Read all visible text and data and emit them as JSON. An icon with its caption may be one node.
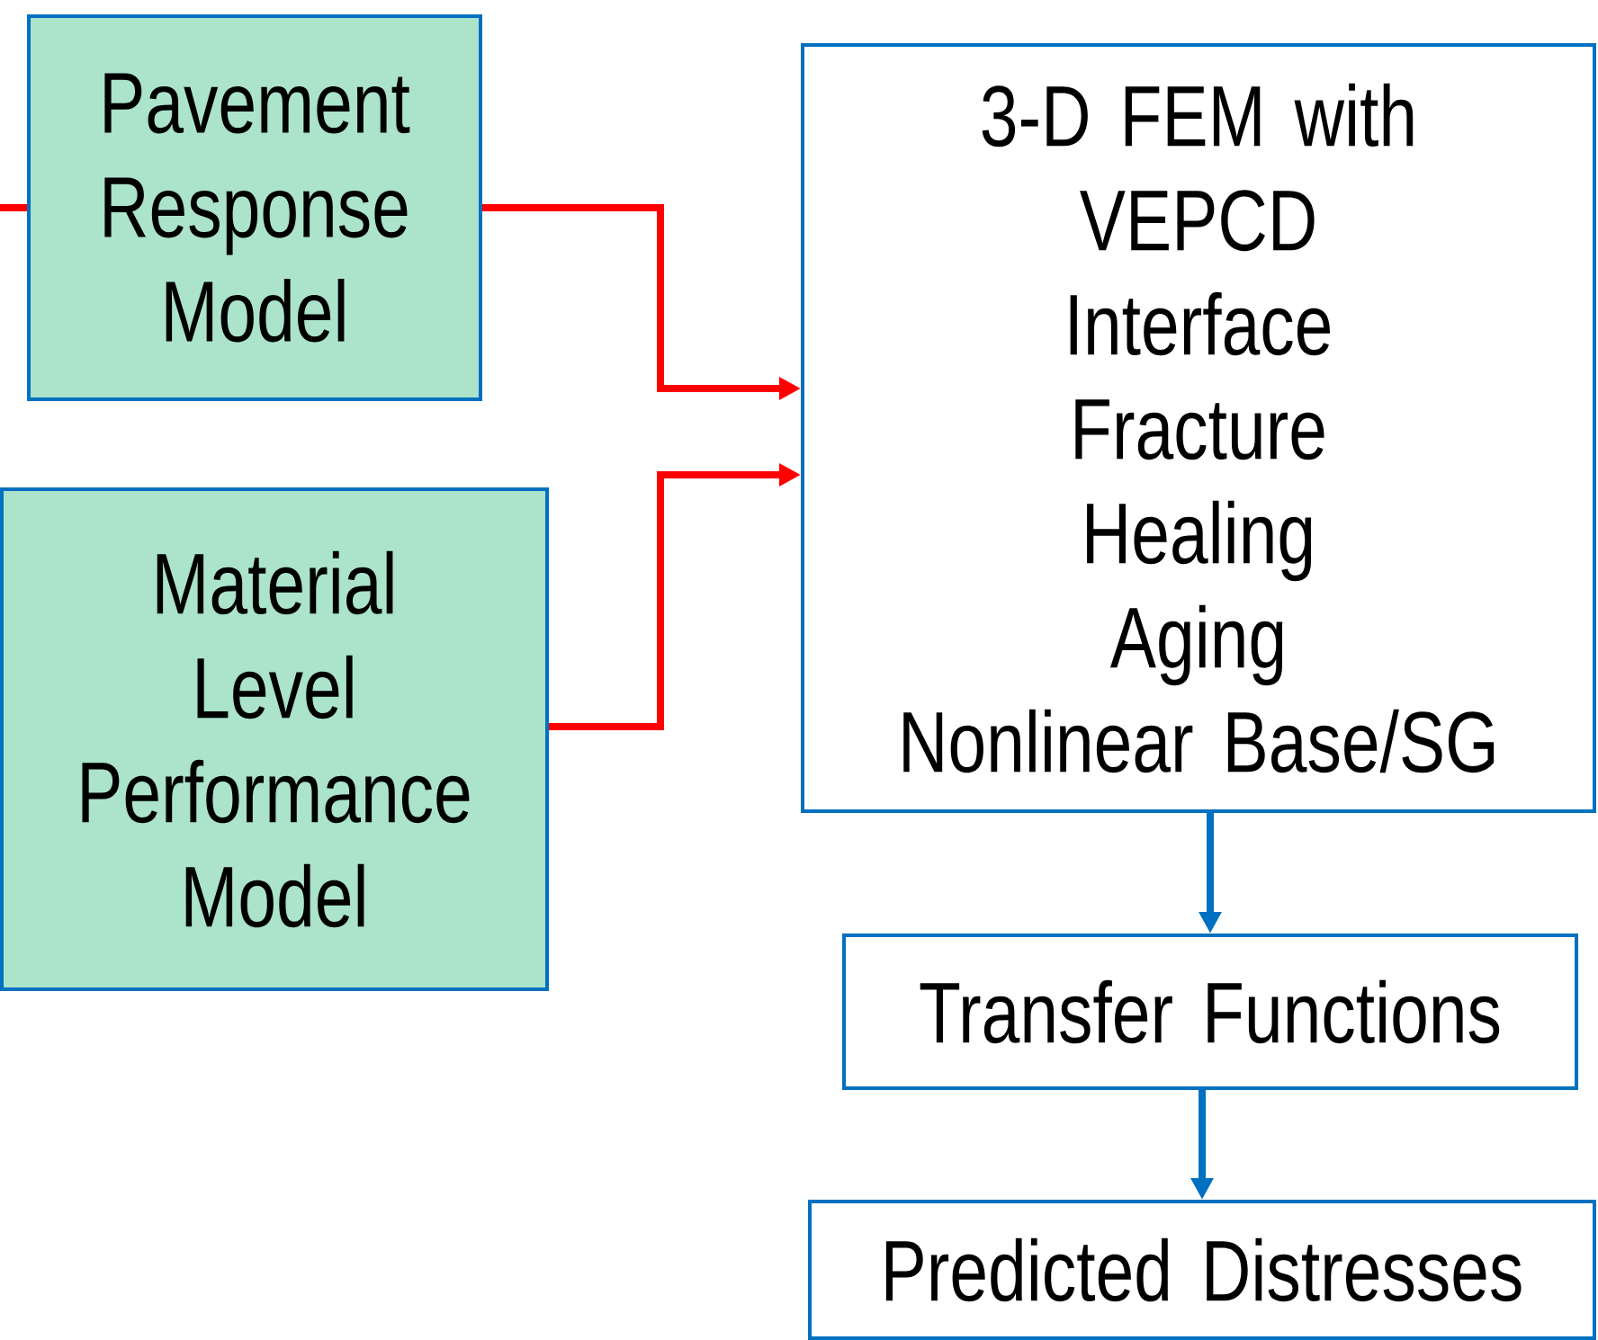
{
  "diagram": {
    "nodes": [
      {
        "text": [
          "Pavement Response Model"
        ]
      },
      {
        "text": [
          "Material Level Performance Model"
        ]
      },
      {
        "text": [
          "3-D FEM with",
          "VEPCD",
          "Interface",
          "Fracture",
          "Healing",
          "Aging",
          "Nonlinear Base/SG"
        ]
      },
      {
        "text": [
          "Transfer Functions"
        ]
      },
      {
        "text": [
          "Predicted Distresses"
        ]
      }
    ],
    "edges": [
      {
        "from": null,
        "to": 0,
        "arrow": "none"
      },
      {
        "from": 0,
        "to": 2,
        "arrow": "to"
      },
      {
        "from": 1,
        "to": 2,
        "arrow": "to"
      },
      {
        "from": 2,
        "to": 3,
        "arrow": "to",
        "color": "#0070c0"
      },
      {
        "from": 3,
        "to": 4,
        "arrow": "to",
        "color": "#0070c0"
      }
    ]
  }
}
